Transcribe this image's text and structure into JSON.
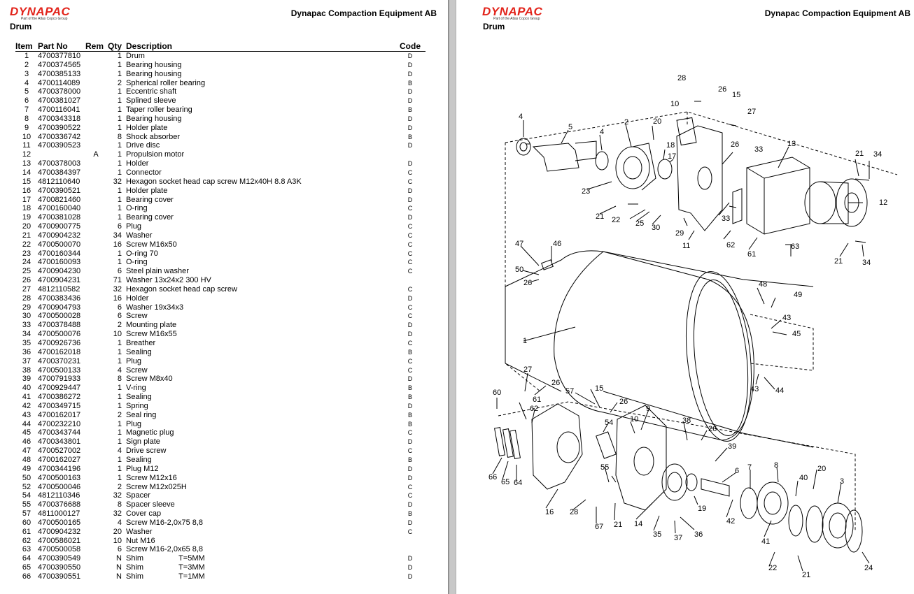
{
  "brand": {
    "logo_text": "DYNAPAC",
    "logo_tagline": "Part of the Atlas Copco Group",
    "logo_color": "#e2231a"
  },
  "left_page": {
    "company": "Dynapac Compaction Equipment AB",
    "section": "Drum",
    "headers": {
      "item": "Item",
      "part_no": "Part No",
      "rem": "Rem",
      "qty": "Qty",
      "description": "Description",
      "code": "Code"
    },
    "rows": [
      {
        "item": "1",
        "part_no": "4700377810",
        "rem": "",
        "qty": "1",
        "description": "Drum",
        "extra": "",
        "code": "D"
      },
      {
        "item": "2",
        "part_no": "4700374565",
        "rem": "",
        "qty": "1",
        "description": "Bearing housing",
        "extra": "",
        "code": "D"
      },
      {
        "item": "3",
        "part_no": "4700385133",
        "rem": "",
        "qty": "1",
        "description": "Bearing housing",
        "extra": "",
        "code": "D"
      },
      {
        "item": "4",
        "part_no": "4700114089",
        "rem": "",
        "qty": "2",
        "description": "Spherical roller bearing",
        "extra": "",
        "code": "B"
      },
      {
        "item": "5",
        "part_no": "4700378000",
        "rem": "",
        "qty": "1",
        "description": "Eccentric shaft",
        "extra": "",
        "code": "D"
      },
      {
        "item": "6",
        "part_no": "4700381027",
        "rem": "",
        "qty": "1",
        "description": "Splined sleeve",
        "extra": "",
        "code": "D"
      },
      {
        "item": "7",
        "part_no": "4700116041",
        "rem": "",
        "qty": "1",
        "description": "Taper roller bearing",
        "extra": "",
        "code": "B"
      },
      {
        "item": "8",
        "part_no": "4700343318",
        "rem": "",
        "qty": "1",
        "description": "Bearing housing",
        "extra": "",
        "code": "D"
      },
      {
        "item": "9",
        "part_no": "4700390522",
        "rem": "",
        "qty": "1",
        "description": "Holder plate",
        "extra": "",
        "code": "D"
      },
      {
        "item": "10",
        "part_no": "4700336742",
        "rem": "",
        "qty": "8",
        "description": "Shock absorber",
        "extra": "",
        "code": "B"
      },
      {
        "item": "11",
        "part_no": "4700390523",
        "rem": "",
        "qty": "1",
        "description": "Drive disc",
        "extra": "",
        "code": "D"
      },
      {
        "item": "12",
        "part_no": "",
        "rem": "A",
        "qty": "1",
        "description": "Propulsion motor",
        "extra": "",
        "code": ""
      },
      {
        "item": "13",
        "part_no": "4700378003",
        "rem": "",
        "qty": "1",
        "description": "Holder",
        "extra": "",
        "code": "D"
      },
      {
        "item": "14",
        "part_no": "4700384397",
        "rem": "",
        "qty": "1",
        "description": "Connector",
        "extra": "",
        "code": "C"
      },
      {
        "item": "15",
        "part_no": "4812110640",
        "rem": "",
        "qty": "32",
        "description": "Hexagon socket head cap screw M12x40H 8.8 A3K",
        "extra": "",
        "code": "C"
      },
      {
        "item": "16",
        "part_no": "4700390521",
        "rem": "",
        "qty": "1",
        "description": "Holder plate",
        "extra": "",
        "code": "D"
      },
      {
        "item": "17",
        "part_no": "4700821460",
        "rem": "",
        "qty": "1",
        "description": "Bearing cover",
        "extra": "",
        "code": "D"
      },
      {
        "item": "18",
        "part_no": "4700160040",
        "rem": "",
        "qty": "1",
        "description": "O-ring",
        "extra": "",
        "code": "C"
      },
      {
        "item": "19",
        "part_no": "4700381028",
        "rem": "",
        "qty": "1",
        "description": "Bearing cover",
        "extra": "",
        "code": "D"
      },
      {
        "item": "20",
        "part_no": "4700900775",
        "rem": "",
        "qty": "6",
        "description": "Plug",
        "extra": "",
        "code": "C"
      },
      {
        "item": "21",
        "part_no": "4700904232",
        "rem": "",
        "qty": "34",
        "description": "Washer",
        "extra": "",
        "code": "C"
      },
      {
        "item": "22",
        "part_no": "4700500070",
        "rem": "",
        "qty": "16",
        "description": "Screw M16x50",
        "extra": "",
        "code": "C"
      },
      {
        "item": "23",
        "part_no": "4700160344",
        "rem": "",
        "qty": "1",
        "description": "O-ring 70",
        "extra": "",
        "code": "C"
      },
      {
        "item": "24",
        "part_no": "4700160093",
        "rem": "",
        "qty": "1",
        "description": "O-ring",
        "extra": "",
        "code": "C"
      },
      {
        "item": "25",
        "part_no": "4700904230",
        "rem": "",
        "qty": "6",
        "description": "Steel plain washer",
        "extra": "",
        "code": "C"
      },
      {
        "item": "26",
        "part_no": "4700904231",
        "rem": "",
        "qty": "71",
        "description": "Washer 13x24x2 300 HV",
        "extra": "",
        "code": ""
      },
      {
        "item": "27",
        "part_no": "4812110582",
        "rem": "",
        "qty": "32",
        "description": "Hexagon socket head cap screw",
        "extra": "",
        "code": "C"
      },
      {
        "item": "28",
        "part_no": "4700383436",
        "rem": "",
        "qty": "16",
        "description": "Holder",
        "extra": "",
        "code": "D"
      },
      {
        "item": "29",
        "part_no": "4700904793",
        "rem": "",
        "qty": "6",
        "description": "Washer 19x34x3",
        "extra": "",
        "code": "C"
      },
      {
        "item": "30",
        "part_no": "4700500028",
        "rem": "",
        "qty": "6",
        "description": "Screw",
        "extra": "",
        "code": "C"
      },
      {
        "item": "33",
        "part_no": "4700378488",
        "rem": "",
        "qty": "2",
        "description": "Mounting plate",
        "extra": "",
        "code": "D"
      },
      {
        "item": "34",
        "part_no": "4700500076",
        "rem": "",
        "qty": "10",
        "description": "Screw M16x55",
        "extra": "",
        "code": "D"
      },
      {
        "item": "35",
        "part_no": "4700926736",
        "rem": "",
        "qty": "1",
        "description": "Breather",
        "extra": "",
        "code": "C"
      },
      {
        "item": "36",
        "part_no": "4700162018",
        "rem": "",
        "qty": "1",
        "description": "Sealing",
        "extra": "",
        "code": "B"
      },
      {
        "item": "37",
        "part_no": "4700370231",
        "rem": "",
        "qty": "1",
        "description": "Plug",
        "extra": "",
        "code": "C"
      },
      {
        "item": "38",
        "part_no": "4700500133",
        "rem": "",
        "qty": "4",
        "description": "Screw",
        "extra": "",
        "code": "C"
      },
      {
        "item": "39",
        "part_no": "4700791933",
        "rem": "",
        "qty": "8",
        "description": "Screw M8x40",
        "extra": "",
        "code": "D"
      },
      {
        "item": "40",
        "part_no": "4700929447",
        "rem": "",
        "qty": "1",
        "description": "V-ring",
        "extra": "",
        "code": "B"
      },
      {
        "item": "41",
        "part_no": "4700386272",
        "rem": "",
        "qty": "1",
        "description": "Sealing",
        "extra": "",
        "code": "B"
      },
      {
        "item": "42",
        "part_no": "4700349715",
        "rem": "",
        "qty": "1",
        "description": "Spring",
        "extra": "",
        "code": "D"
      },
      {
        "item": "43",
        "part_no": "4700162017",
        "rem": "",
        "qty": "2",
        "description": "Seal ring",
        "extra": "",
        "code": "B"
      },
      {
        "item": "44",
        "part_no": "4700232210",
        "rem": "",
        "qty": "1",
        "description": "Plug",
        "extra": "",
        "code": "B"
      },
      {
        "item": "45",
        "part_no": "4700343744",
        "rem": "",
        "qty": "1",
        "description": "Magnetic plug",
        "extra": "",
        "code": "C"
      },
      {
        "item": "46",
        "part_no": "4700343801",
        "rem": "",
        "qty": "1",
        "description": "Sign plate",
        "extra": "",
        "code": "D"
      },
      {
        "item": "47",
        "part_no": "4700527002",
        "rem": "",
        "qty": "4",
        "description": "Drive screw",
        "extra": "",
        "code": "C"
      },
      {
        "item": "48",
        "part_no": "4700162027",
        "rem": "",
        "qty": "1",
        "description": "Sealing",
        "extra": "",
        "code": "B"
      },
      {
        "item": "49",
        "part_no": "4700344196",
        "rem": "",
        "qty": "1",
        "description": "Plug M12",
        "extra": "",
        "code": "D"
      },
      {
        "item": "50",
        "part_no": "4700500163",
        "rem": "",
        "qty": "1",
        "description": "Screw M12x16",
        "extra": "",
        "code": "D"
      },
      {
        "item": "52",
        "part_no": "4700500046",
        "rem": "",
        "qty": "2",
        "description": "Screw M12x025H",
        "extra": "",
        "code": "C"
      },
      {
        "item": "54",
        "part_no": "4812110346",
        "rem": "",
        "qty": "32",
        "description": "Spacer",
        "extra": "",
        "code": "C"
      },
      {
        "item": "55",
        "part_no": "4700376688",
        "rem": "",
        "qty": "8",
        "description": "Spacer sleeve",
        "extra": "",
        "code": "D"
      },
      {
        "item": "57",
        "part_no": "4811000127",
        "rem": "",
        "qty": "32",
        "description": "Cover cap",
        "extra": "",
        "code": "B"
      },
      {
        "item": "60",
        "part_no": "4700500165",
        "rem": "",
        "qty": "4",
        "description": "Screw M16-2,0x75 8,8",
        "extra": "",
        "code": "D"
      },
      {
        "item": "61",
        "part_no": "4700904232",
        "rem": "",
        "qty": "20",
        "description": "Washer",
        "extra": "",
        "code": "C"
      },
      {
        "item": "62",
        "part_no": "4700586021",
        "rem": "",
        "qty": "10",
        "description": "Nut M16",
        "extra": "",
        "code": ""
      },
      {
        "item": "63",
        "part_no": "4700500058",
        "rem": "",
        "qty": "6",
        "description": "Screw M16-2,0x65 8,8",
        "extra": "",
        "code": ""
      },
      {
        "item": "64",
        "part_no": "4700390549",
        "rem": "",
        "qty": "N",
        "description": "Shim",
        "extra": "T=5MM",
        "code": "D"
      },
      {
        "item": "65",
        "part_no": "4700390550",
        "rem": "",
        "qty": "N",
        "description": "Shim",
        "extra": "T=3MM",
        "code": "D"
      },
      {
        "item": "66",
        "part_no": "4700390551",
        "rem": "",
        "qty": "N",
        "description": "Shim",
        "extra": "T=1MM",
        "code": "D"
      }
    ]
  },
  "right_page": {
    "company": "Dynapac Compaction Equipment AB",
    "section": "Drum"
  },
  "diagram": {
    "callouts": [
      "28",
      "26",
      "15",
      "10",
      "27",
      "20",
      "4",
      "5",
      "4",
      "2",
      "18",
      "17",
      "26",
      "33",
      "13",
      "21",
      "34",
      "23",
      "12",
      "22",
      "21",
      "25",
      "30",
      "29",
      "33",
      "11",
      "62",
      "61",
      "63",
      "21",
      "34",
      "47",
      "46",
      "50",
      "26",
      "48",
      "49",
      "1",
      "43",
      "45",
      "43",
      "44",
      "27",
      "26",
      "60",
      "57",
      "15",
      "26",
      "61",
      "62",
      "54",
      "10",
      "9",
      "38",
      "26",
      "39",
      "6",
      "7",
      "8",
      "20",
      "40",
      "3",
      "55",
      "66",
      "65",
      "64",
      "16",
      "28",
      "67",
      "21",
      "14",
      "35",
      "37",
      "36",
      "19",
      "42",
      "41",
      "22",
      "21",
      "24"
    ]
  }
}
